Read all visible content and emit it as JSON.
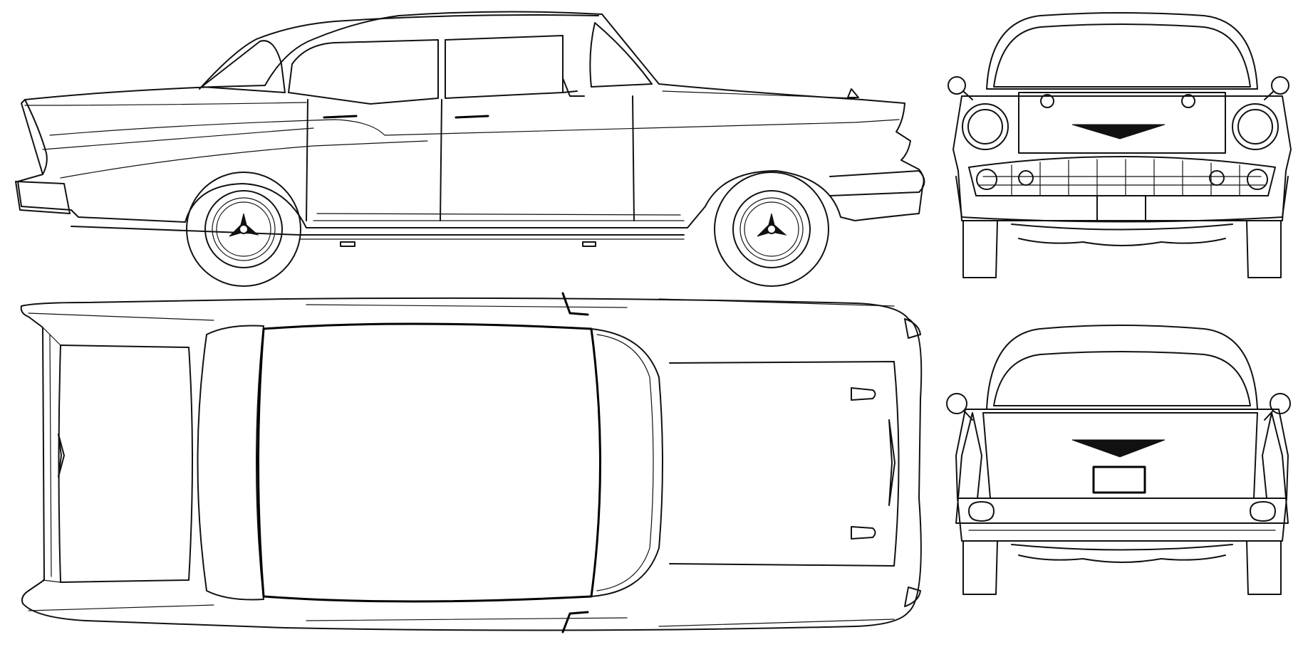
{
  "drawing": {
    "subject": "",
    "views": [
      {
        "id": "side",
        "label": ""
      },
      {
        "id": "top",
        "label": ""
      },
      {
        "id": "front",
        "label": ""
      },
      {
        "id": "rear",
        "label": ""
      }
    ]
  },
  "colors": {
    "background": "#ffffff",
    "line": "#111111"
  }
}
